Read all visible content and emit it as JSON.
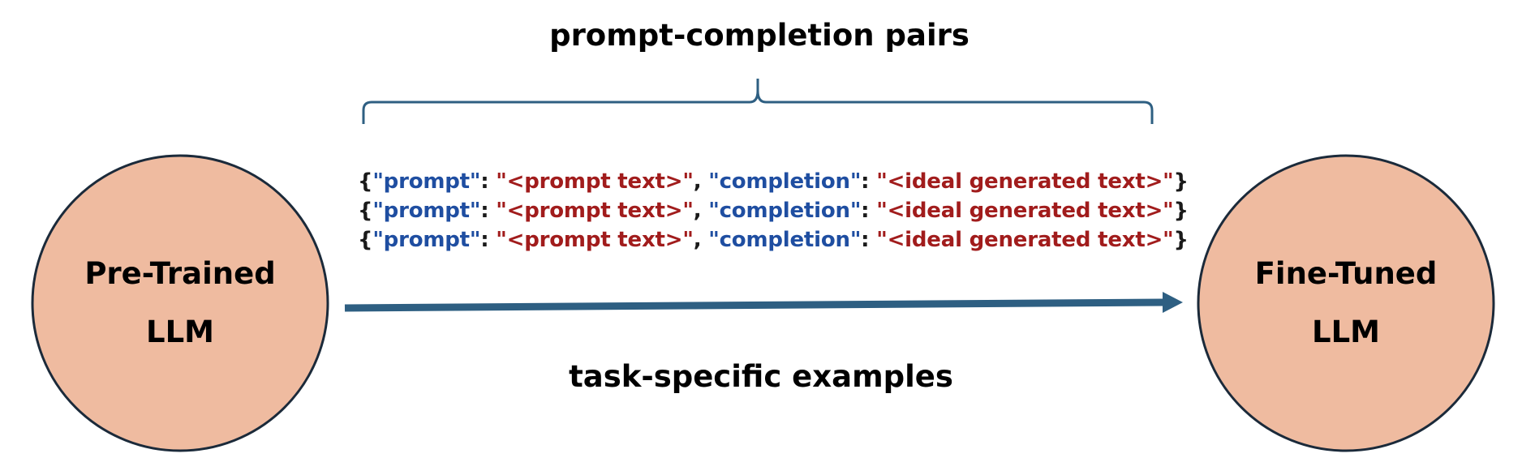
{
  "colors": {
    "node_fill": "#efbba0",
    "node_stroke": "#1b2a3a",
    "arrow": "#2e5f82",
    "key_text": "#1f4ea1",
    "value_text": "#a11c1c"
  },
  "top_caption": "prompt-completion pairs",
  "bottom_caption": "task-specific examples",
  "nodes": {
    "left": {
      "line1": "Pre-Trained",
      "line2": "LLM"
    },
    "right": {
      "line1": "Fine-Tuned",
      "line2": "LLM"
    }
  },
  "code_lines": [
    {
      "open": "{",
      "key1": "\"prompt\"",
      "sep1": ": ",
      "val1": "\"<prompt text>\"",
      "comma": ", ",
      "key2": "\"completion\"",
      "sep2": ": ",
      "val2": "\"<ideal generated text>\"",
      "close": "}"
    },
    {
      "open": "{",
      "key1": "\"prompt\"",
      "sep1": ": ",
      "val1": "\"<prompt text>\"",
      "comma": ", ",
      "key2": "\"completion\"",
      "sep2": ": ",
      "val2": "\"<ideal generated text>\"",
      "close": "}"
    },
    {
      "open": "{",
      "key1": "\"prompt\"",
      "sep1": ": ",
      "val1": "\"<prompt text>\"",
      "comma": ", ",
      "key2": "\"completion\"",
      "sep2": ": ",
      "val2": "\"<ideal generated text>\"",
      "close": "}"
    }
  ]
}
